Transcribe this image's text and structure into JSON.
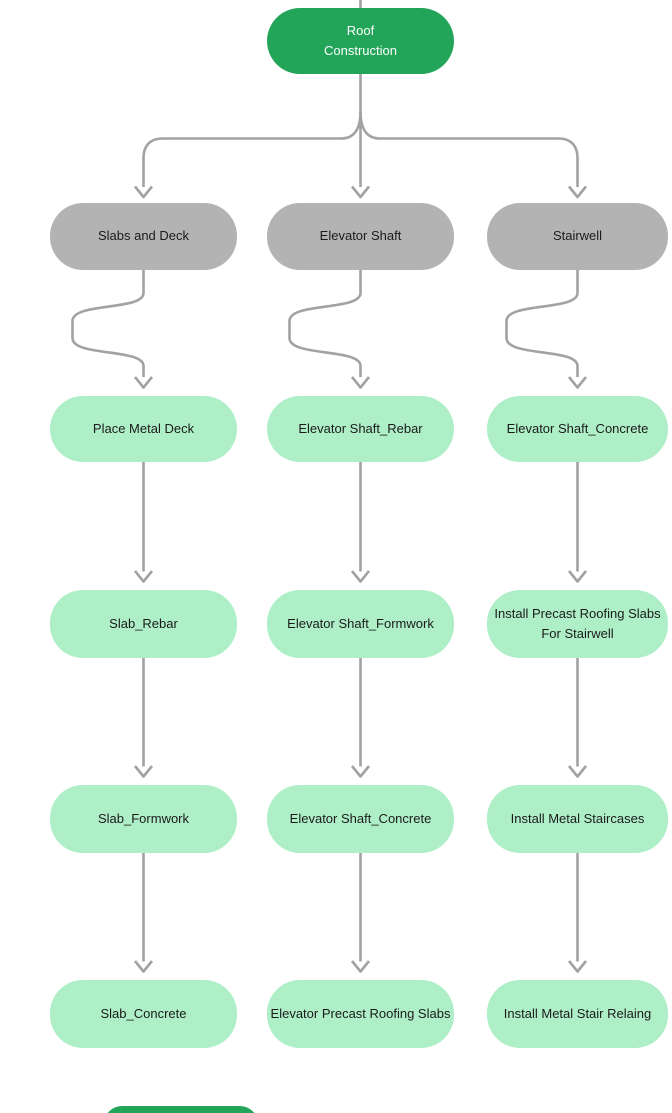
{
  "colors": {
    "root_fill": "#23a559",
    "root_text": "#ffffff",
    "phase_fill": "#b3b3b3",
    "task_fill": "#aeefc8",
    "node_text": "#1b1b1b",
    "edge": "#a2a2a2",
    "background": "#ffffff"
  },
  "root": {
    "label": "Roof\nConstruction"
  },
  "columns": [
    {
      "phase": "Slabs and Deck",
      "tasks": [
        "Place Metal Deck",
        "Slab_Rebar",
        "Slab_Formwork",
        "Slab_Concrete"
      ]
    },
    {
      "phase": "Elevator Shaft",
      "tasks": [
        "Elevator Shaft_Rebar",
        "Elevator Shaft_Formwork",
        "Elevator Shaft_Concrete",
        "Elevator Precast Roofing Slabs"
      ]
    },
    {
      "phase": "Stairwell",
      "tasks": [
        "Elevator Shaft_Concrete",
        "Install Precast Roofing Slabs\nFor Stairwell",
        "Install Metal Staircases",
        "Install Metal Stair Relaing"
      ]
    }
  ]
}
